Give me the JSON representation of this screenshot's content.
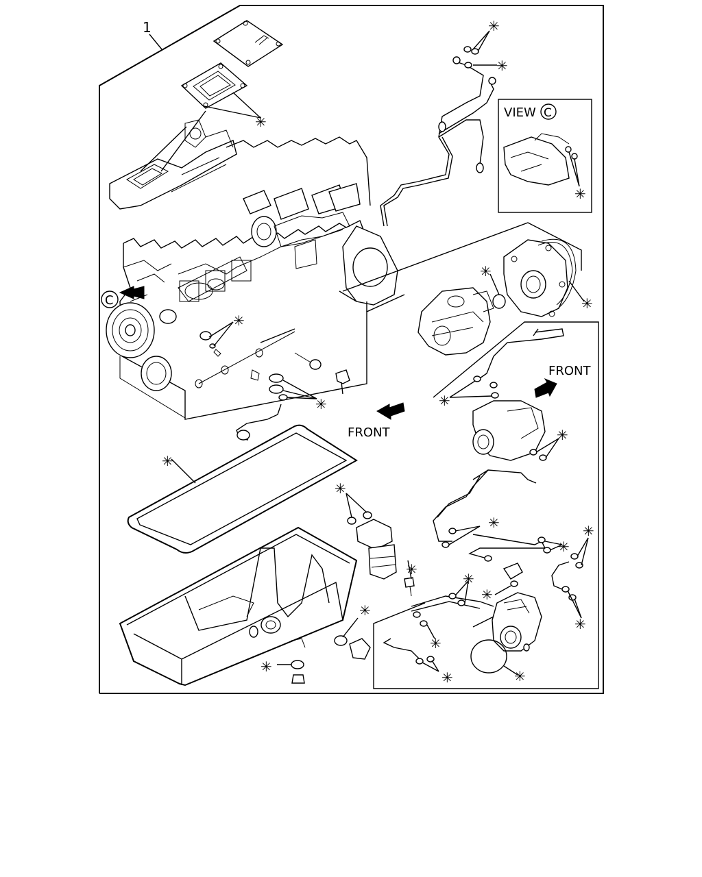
{
  "callouts": {
    "item_number": "1",
    "asterisk": "✳",
    "view_label": "VIEW",
    "view_letter": "C",
    "front_label_right": "FRONT",
    "front_label_center": "FRONT"
  }
}
